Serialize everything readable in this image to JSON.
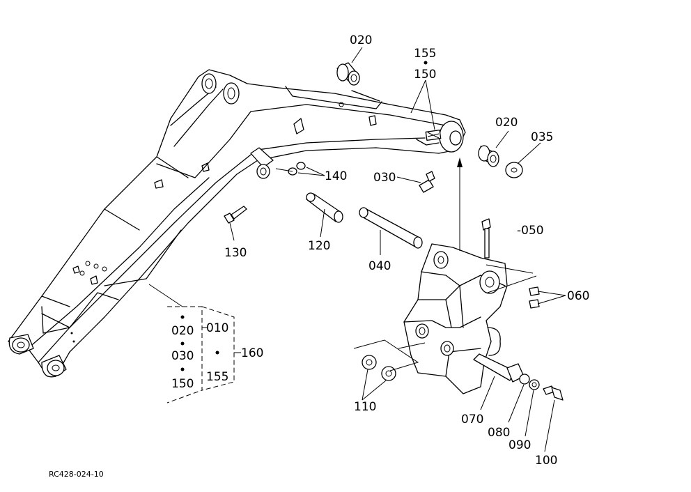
{
  "labels": {
    "p020_top": "020",
    "p155_top": "155",
    "p150_top": "150",
    "p020_right": "020",
    "p035": "035",
    "p030": "030",
    "p140": "140",
    "p050": "-050",
    "p060": "060",
    "p130": "130",
    "p120": "120",
    "p040": "040",
    "p110": "110",
    "p070": "070",
    "p080": "080",
    "p090": "090",
    "p100": "100",
    "kit_020": "020",
    "kit_010": "010",
    "kit_030": "030",
    "kit_160": "160",
    "kit_150": "150",
    "kit_155": "155"
  },
  "reference_code": "RC428-024-10"
}
